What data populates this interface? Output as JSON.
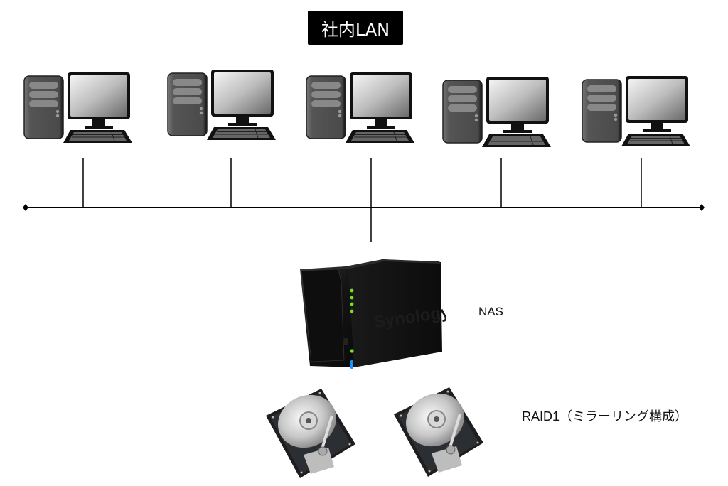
{
  "title": "社内LAN",
  "nodes": {
    "pcs": [
      {
        "id": "pc-1",
        "type": "desktop-computer"
      },
      {
        "id": "pc-2",
        "type": "desktop-computer"
      },
      {
        "id": "pc-3",
        "type": "desktop-computer"
      },
      {
        "id": "pc-4",
        "type": "desktop-computer"
      },
      {
        "id": "pc-5",
        "type": "desktop-computer"
      }
    ],
    "nas": {
      "label": "NAS",
      "brand": "Synology"
    },
    "raid": {
      "label": "RAID1（ミラーリング構成）",
      "disks": 2
    }
  },
  "colors": {
    "title_bg": "#000000",
    "title_fg": "#ffffff",
    "line": "#000000",
    "led_green": "#7ddc1f",
    "led_blue": "#1e90ff"
  }
}
